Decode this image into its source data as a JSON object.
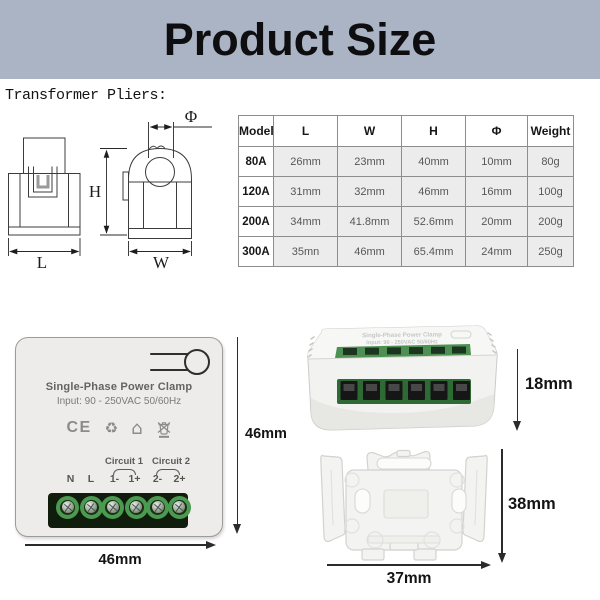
{
  "colors": {
    "banner_bg": "#abb4c5",
    "terminal_green": "#4a9b50",
    "table_cell_bg": "#ececec"
  },
  "header": {
    "title": "Product Size"
  },
  "section_label": "Transformer Pliers:",
  "drawings": {
    "front_view": {
      "length_label": "L"
    },
    "side_view": {
      "height_label": "H",
      "width_label": "W",
      "hole_label": "Φ"
    }
  },
  "spec_table": {
    "headers": [
      "Model",
      "L",
      "W",
      "H",
      "Φ",
      "Weight"
    ],
    "rows": [
      [
        "80A",
        "26mm",
        "23mm",
        "40mm",
        "10mm",
        "80g"
      ],
      [
        "120A",
        "31mm",
        "32mm",
        "46mm",
        "16mm",
        "100g"
      ],
      [
        "200A",
        "34mm",
        "41.8mm",
        "52.6mm",
        "20mm",
        "200g"
      ],
      [
        "300A",
        "35mn",
        "46mm",
        "65.4mm",
        "24mm",
        "250g"
      ]
    ]
  },
  "device_front": {
    "title": "Single-Phase Power Clamp",
    "input_rating": "Input: 90 - 250VAC 50/60Hz",
    "icons": {
      "ce": "CE",
      "recycle": "♻",
      "house": "⌂",
      "weee": "crossed-out-bin"
    },
    "circuit1_label": "Circuit 1",
    "circuit2_label": "Circuit 2",
    "terminals": [
      "N",
      "L",
      "1-",
      "1+",
      "2-",
      "2+"
    ],
    "width_dim": "46mm",
    "height_dim": "46mm"
  },
  "device_side": {
    "height_dim": "18mm"
  },
  "bracket": {
    "height_dim": "38mm",
    "width_dim": "37mm"
  }
}
